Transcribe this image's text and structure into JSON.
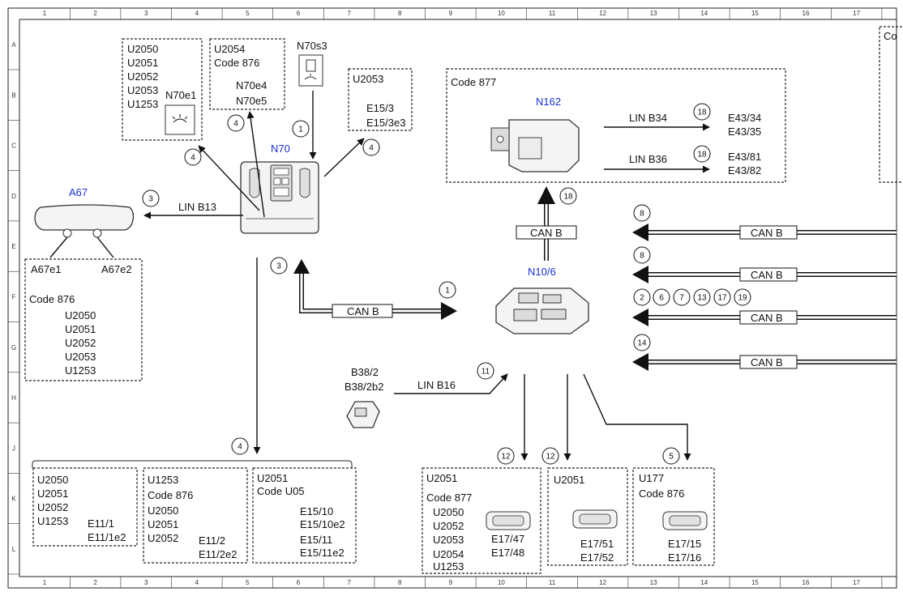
{
  "grid": {
    "columns": [
      "1",
      "2",
      "3",
      "4",
      "5",
      "6",
      "7",
      "8",
      "9",
      "10",
      "11",
      "12",
      "13",
      "14",
      "15",
      "16",
      "17"
    ],
    "rows": [
      "A",
      "B",
      "C",
      "D",
      "E",
      "F",
      "G",
      "H",
      "J",
      "K",
      "L"
    ]
  },
  "colors": {
    "component_label": "#1a2fd6",
    "line": "#111111"
  },
  "components": {
    "n70": "N70",
    "n70s3": "N70s3",
    "n70e1": "N70e1",
    "a67": "A67",
    "a67e1": "A67e1",
    "a67e2": "A67e2",
    "n162": "N162",
    "n10_6": "N10/6",
    "b38_2": "B38/2",
    "b38_2b2": "B38/2b2"
  },
  "boxes": {
    "top_left": {
      "lines": [
        "U2050",
        "U2051",
        "U2052",
        "U2053",
        "U1253"
      ]
    },
    "top_mid": {
      "lines": [
        "U2054",
        "Code 876"
      ],
      "items": [
        "N70e4",
        "N70e5"
      ]
    },
    "top_right": {
      "lines": [
        "U2053"
      ],
      "items": [
        "E15/3",
        "E15/3e3"
      ]
    },
    "code877": {
      "title": "Code 877"
    },
    "a67_codes": {
      "title": "Code 876",
      "lines": [
        "U2050",
        "U2051",
        "U2052",
        "U2053",
        "U1253"
      ]
    },
    "bottom1": {
      "lines": [
        "U2050",
        "U2051",
        "U2052",
        "U1253"
      ],
      "items": [
        "E11/1",
        "E11/1e2"
      ]
    },
    "bottom2": {
      "lines": [
        "U1253",
        "Code 876",
        "U2050",
        "U2051",
        "U2052"
      ],
      "items": [
        "E11/2",
        "E11/2e2"
      ]
    },
    "bottom3": {
      "lines": [
        "U2051",
        "Code U05"
      ],
      "items": [
        "E15/10",
        "E15/10e2",
        "E15/11",
        "E15/11e2"
      ]
    },
    "bottom4": {
      "lines": [
        "U2051",
        "Code 877",
        "U2050",
        "U2052",
        "U2053",
        "U2054",
        "U1253"
      ],
      "items": [
        "E17/47",
        "E17/48"
      ]
    },
    "bottom5": {
      "lines": [
        "U2051"
      ],
      "items": [
        "E17/51",
        "E17/52"
      ]
    },
    "bottom6": {
      "lines": [
        "U177",
        "Code 876"
      ],
      "items": [
        "E17/15",
        "E17/16"
      ]
    },
    "edge": {
      "lines": [
        "Co"
      ]
    }
  },
  "buses": {
    "lin_b13": "LIN B13",
    "lin_b34": "LIN B34",
    "lin_b36": "LIN B36",
    "lin_b16": "LIN B16",
    "can_b": "CAN B"
  },
  "targets": {
    "b34": [
      "E43/34",
      "E43/35"
    ],
    "b36": [
      "E43/81",
      "E43/82"
    ]
  },
  "markers": {
    "m1": "1",
    "m2": "2",
    "m3": "3",
    "m4": "4",
    "m5": "5",
    "m6": "6",
    "m7": "7",
    "m8": "8",
    "m11": "11",
    "m12": "12",
    "m13": "13",
    "m14": "14",
    "m17": "17",
    "m18": "18",
    "m19": "19"
  }
}
